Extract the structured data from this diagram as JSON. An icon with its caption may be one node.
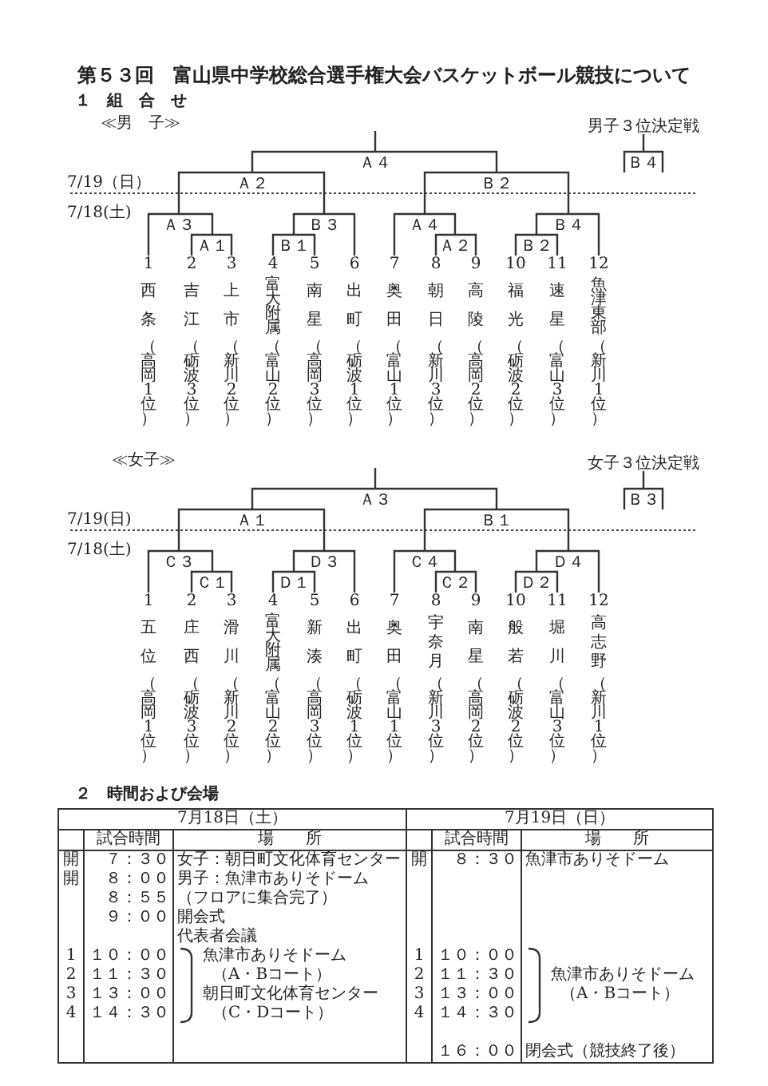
{
  "diagram": {
    "title": "第５３回　富山県中学校総合選手権大会バスケットボール競技について",
    "nodes": [
      {
        "text": [
          "男子３位決定戦"
        ]
      },
      {
        "text": [
          "Ａ４"
        ]
      },
      {
        "text": [
          "Ｂ４"
        ]
      },
      {
        "text": [
          "Ａ２"
        ]
      },
      {
        "text": [
          "Ｂ２"
        ]
      },
      {
        "text": [
          "Ａ３"
        ]
      },
      {
        "text": [
          "Ｂ３"
        ]
      },
      {
        "text": [
          "Ａ４"
        ]
      },
      {
        "text": [
          "Ｂ４"
        ]
      },
      {
        "text": [
          "Ａ１"
        ]
      },
      {
        "text": [
          "Ｂ１"
        ]
      },
      {
        "text": [
          "Ａ２"
        ]
      },
      {
        "text": [
          "Ｂ２"
        ]
      },
      {
        "text": [
          "1",
          "西条",
          "（高岡1位）"
        ]
      },
      {
        "text": [
          "2",
          "吉江",
          "（砺波3位）"
        ]
      },
      {
        "text": [
          "3",
          "上市",
          "（新川2位）"
        ]
      },
      {
        "text": [
          "4",
          "富大附属",
          "（富山2位）"
        ]
      },
      {
        "text": [
          "5",
          "南星",
          "（高岡3位）"
        ]
      },
      {
        "text": [
          "6",
          "出町",
          "（砺波1位）"
        ]
      },
      {
        "text": [
          "7",
          "奥田",
          "（富山1位）"
        ]
      },
      {
        "text": [
          "8",
          "朝日",
          "（新川3位）"
        ]
      },
      {
        "text": [
          "9",
          "高陵",
          "（高岡2位）"
        ]
      },
      {
        "text": [
          "10",
          "福光",
          "（砺波2位）"
        ]
      },
      {
        "text": [
          "11",
          "速星",
          "（富山3位）"
        ]
      },
      {
        "text": [
          "12",
          "魚津東部",
          "（新川1位）"
        ]
      },
      {
        "text": [
          "女子３位決定戦"
        ]
      },
      {
        "text": [
          "Ａ３"
        ]
      },
      {
        "text": [
          "Ｂ３"
        ]
      },
      {
        "text": [
          "Ａ１"
        ]
      },
      {
        "text": [
          "Ｂ１"
        ]
      },
      {
        "text": [
          "Ｃ３"
        ]
      },
      {
        "text": [
          "Ｄ３"
        ]
      },
      {
        "text": [
          "Ｃ４"
        ]
      },
      {
        "text": [
          "Ｄ４"
        ]
      },
      {
        "text": [
          "Ｃ１"
        ]
      },
      {
        "text": [
          "Ｄ１"
        ]
      },
      {
        "text": [
          "Ｃ２"
        ]
      },
      {
        "text": [
          "Ｄ２"
        ]
      },
      {
        "text": [
          "1",
          "五位",
          "（高岡1位）"
        ]
      },
      {
        "text": [
          "2",
          "庄西",
          "（砺波3位）"
        ]
      },
      {
        "text": [
          "3",
          "滑川",
          "（新川2位）"
        ]
      },
      {
        "text": [
          "4",
          "富大附属",
          "（富山2位）"
        ]
      },
      {
        "text": [
          "5",
          "新湊",
          "（高岡3位）"
        ]
      },
      {
        "text": [
          "6",
          "出町",
          "（砺波1位）"
        ]
      },
      {
        "text": [
          "7",
          "奥田",
          "（富山1位）"
        ]
      },
      {
        "text": [
          "8",
          "宇奈月",
          "（新川3位）"
        ]
      },
      {
        "text": [
          "9",
          "南星",
          "（高岡2位）"
        ]
      },
      {
        "text": [
          "10",
          "般若",
          "（砺波2位）"
        ]
      },
      {
        "text": [
          "11",
          "堀川",
          "（富山3位）"
        ]
      },
      {
        "text": [
          "12",
          "高志野",
          "（新川1位）"
        ]
      }
    ],
    "edges": [
      {
        "from": 1,
        "to": null,
        "arrow": "none"
      },
      {
        "from": 0,
        "to": 2,
        "arrow": "none"
      },
      {
        "from": null,
        "to": 2,
        "arrow": "none"
      },
      {
        "from": null,
        "to": 2,
        "arrow": "none"
      },
      {
        "from": 3,
        "to": 1,
        "arrow": "none"
      },
      {
        "from": 4,
        "to": 1,
        "arrow": "none"
      },
      {
        "from": 5,
        "to": 3,
        "arrow": "none"
      },
      {
        "from": 6,
        "to": 3,
        "arrow": "none"
      },
      {
        "from": 7,
        "to": 4,
        "arrow": "none"
      },
      {
        "from": 8,
        "to": 4,
        "arrow": "none"
      },
      {
        "from": 13,
        "to": 5,
        "arrow": "none"
      },
      {
        "from": 9,
        "to": 5,
        "arrow": "none"
      },
      {
        "from": 14,
        "to": 9,
        "arrow": "none"
      },
      {
        "from": 15,
        "to": 9,
        "arrow": "none"
      },
      {
        "from": 10,
        "to": 6,
        "arrow": "none"
      },
      {
        "from": 18,
        "to": 6,
        "arrow": "none"
      },
      {
        "from": 16,
        "to": 10,
        "arrow": "none"
      },
      {
        "from": 17,
        "to": 10,
        "arrow": "none"
      },
      {
        "from": 19,
        "to": 7,
        "arrow": "none"
      },
      {
        "from": 11,
        "to": 7,
        "arrow": "none"
      },
      {
        "from": 20,
        "to": 11,
        "arrow": "none"
      },
      {
        "from": 21,
        "to": 11,
        "arrow": "none"
      },
      {
        "from": 12,
        "to": 8,
        "arrow": "none"
      },
      {
        "from": 24,
        "to": 8,
        "arrow": "none"
      },
      {
        "from": 22,
        "to": 12,
        "arrow": "none"
      },
      {
        "from": 23,
        "to": 12,
        "arrow": "none"
      },
      {
        "from": 26,
        "to": null,
        "arrow": "none"
      },
      {
        "from": 25,
        "to": 27,
        "arrow": "none"
      },
      {
        "from": null,
        "to": 27,
        "arrow": "none"
      },
      {
        "from": null,
        "to": 27,
        "arrow": "none"
      },
      {
        "from": 28,
        "to": 26,
        "arrow": "none"
      },
      {
        "from": 29,
        "to": 26,
        "arrow": "none"
      },
      {
        "from": 30,
        "to": 28,
        "arrow": "none"
      },
      {
        "from": 31,
        "to": 28,
        "arrow": "none"
      },
      {
        "from": 32,
        "to": 29,
        "arrow": "none"
      },
      {
        "from": 33,
        "to": 29,
        "arrow": "none"
      },
      {
        "from": 38,
        "to": 30,
        "arrow": "none"
      },
      {
        "from": 34,
        "to": 30,
        "arrow": "none"
      },
      {
        "from": 39,
        "to": 34,
        "arrow": "none"
      },
      {
        "from": 40,
        "to": 34,
        "arrow": "none"
      },
      {
        "from": 35,
        "to": 31,
        "arrow": "none"
      },
      {
        "from": 43,
        "to": 31,
        "arrow": "none"
      },
      {
        "from": 41,
        "to": 35,
        "arrow": "none"
      },
      {
        "from": 42,
        "to": 35,
        "arrow": "none"
      },
      {
        "from": 44,
        "to": 32,
        "arrow": "none"
      },
      {
        "from": 36,
        "to": 32,
        "arrow": "none"
      },
      {
        "from": 45,
        "to": 36,
        "arrow": "none"
      },
      {
        "from": 46,
        "to": 36,
        "arrow": "none"
      },
      {
        "from": 37,
        "to": 33,
        "arrow": "none"
      },
      {
        "from": 49,
        "to": 33,
        "arrow": "none"
      },
      {
        "from": 47,
        "to": 37,
        "arrow": "none"
      },
      {
        "from": 48,
        "to": 37,
        "arrow": "none"
      }
    ],
    "labels": [
      "１　組　合　せ",
      "≪男　子≫",
      "7/19（日）",
      "7/18(土)",
      "≪女子≫",
      "7/19(日)",
      "7/18(土)",
      "２　時間および会場",
      "7月18日（土）",
      "7月19日（日）",
      "試合時間",
      "場　　所",
      "試合時間",
      "場　　所",
      "開",
      "７：３０",
      "女子：朝日町文化体育センター",
      "開",
      "８：３０",
      "魚津市ありそドーム",
      "開",
      "８：００",
      "男子：魚津市ありそドーム",
      "８：５５",
      "（フロアに集合完了）",
      "９：００",
      "開会式",
      "代表者会議",
      "1",
      "１０：００",
      "魚津市ありそドーム",
      "1",
      "１０：００",
      "2",
      "１１：３０",
      "（A・Bコート）",
      "2",
      "１１：３０",
      "魚津市ありそドーム",
      "3",
      "１３：００",
      "朝日町文化体育センター",
      "3",
      "１３：００",
      "（A・Bコート）",
      "4",
      "１４：３０",
      "（C・Dコート）",
      "4",
      "１４：３０",
      "１６：００",
      "閉会式（競技終了後）"
    ]
  }
}
